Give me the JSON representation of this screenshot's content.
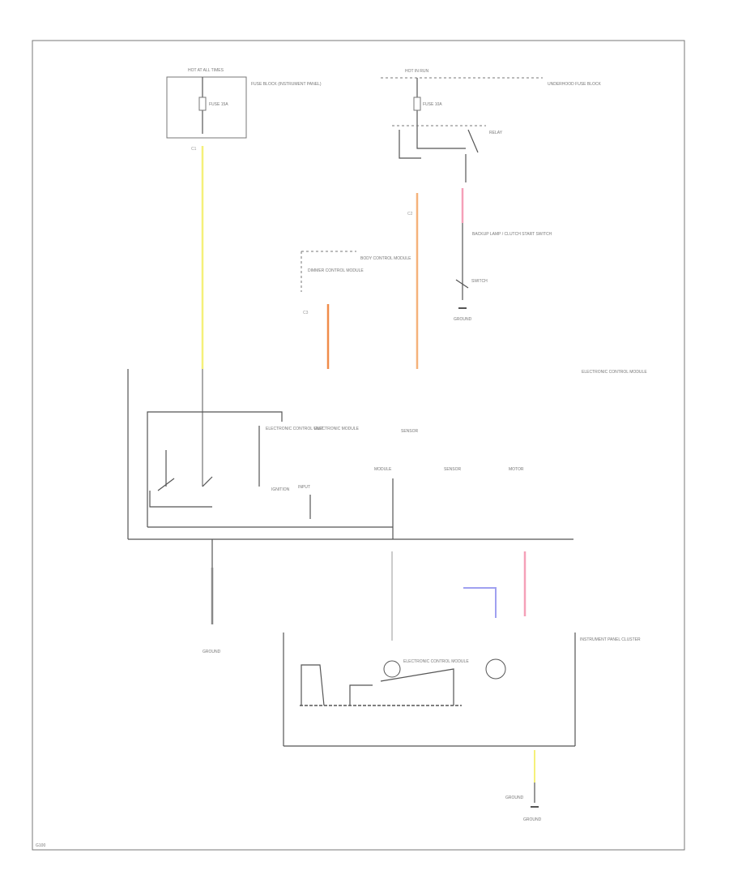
{
  "diagram": {
    "labels": {
      "hot_at_all_times": "HOT AT ALL TIMES",
      "fuse_block_top": "FUSE BLOCK (INSTRUMENT PANEL)",
      "fuse_top_left": "FUSE 15A",
      "hot_in_run": "HOT IN RUN",
      "fuse_block_right": "UNDERHOOD FUSE BLOCK",
      "fuse_top_right": "FUSE 10A",
      "relay_label": "RELAY",
      "lamp_module": "BACKUP LAMP / CLUTCH START SWITCH",
      "switch_label": "SWITCH",
      "dimmer_label": "DIMMER CONTROL MODULE",
      "body_module": "BODY CONTROL MODULE",
      "ground_1": "GROUND",
      "ground_2": "GROUND",
      "ground_3": "GROUND",
      "ground_4": "GROUND",
      "connector_a": "C1",
      "connector_b": "C2",
      "connector_c": "C3",
      "module_left": "ELECTRONIC CONTROL UNIT",
      "module_mid": "INPUT",
      "module_right1": "ELECTRONIC MODULE",
      "module_right2": "SENSOR",
      "module_right3": "MODULE",
      "sensor_label": "SENSOR",
      "ignition_label": "IGNITION",
      "right_panel": "ELECTRONIC CONTROL MODULE",
      "bottom_block": "ELECTRONIC CONTROL MODULE",
      "bottom_right": "INSTRUMENT PANEL CLUSTER",
      "motor_label": "MOTOR",
      "footer": "G100"
    },
    "wire_colors": {
      "yellow": "#f5f07a",
      "orange": "#f5b27a",
      "orange2": "#f08c4a",
      "pink": "#f5a0b8",
      "blue": "#9fa0f0",
      "gray": "#888888",
      "lightgray": "#cccccc"
    }
  }
}
